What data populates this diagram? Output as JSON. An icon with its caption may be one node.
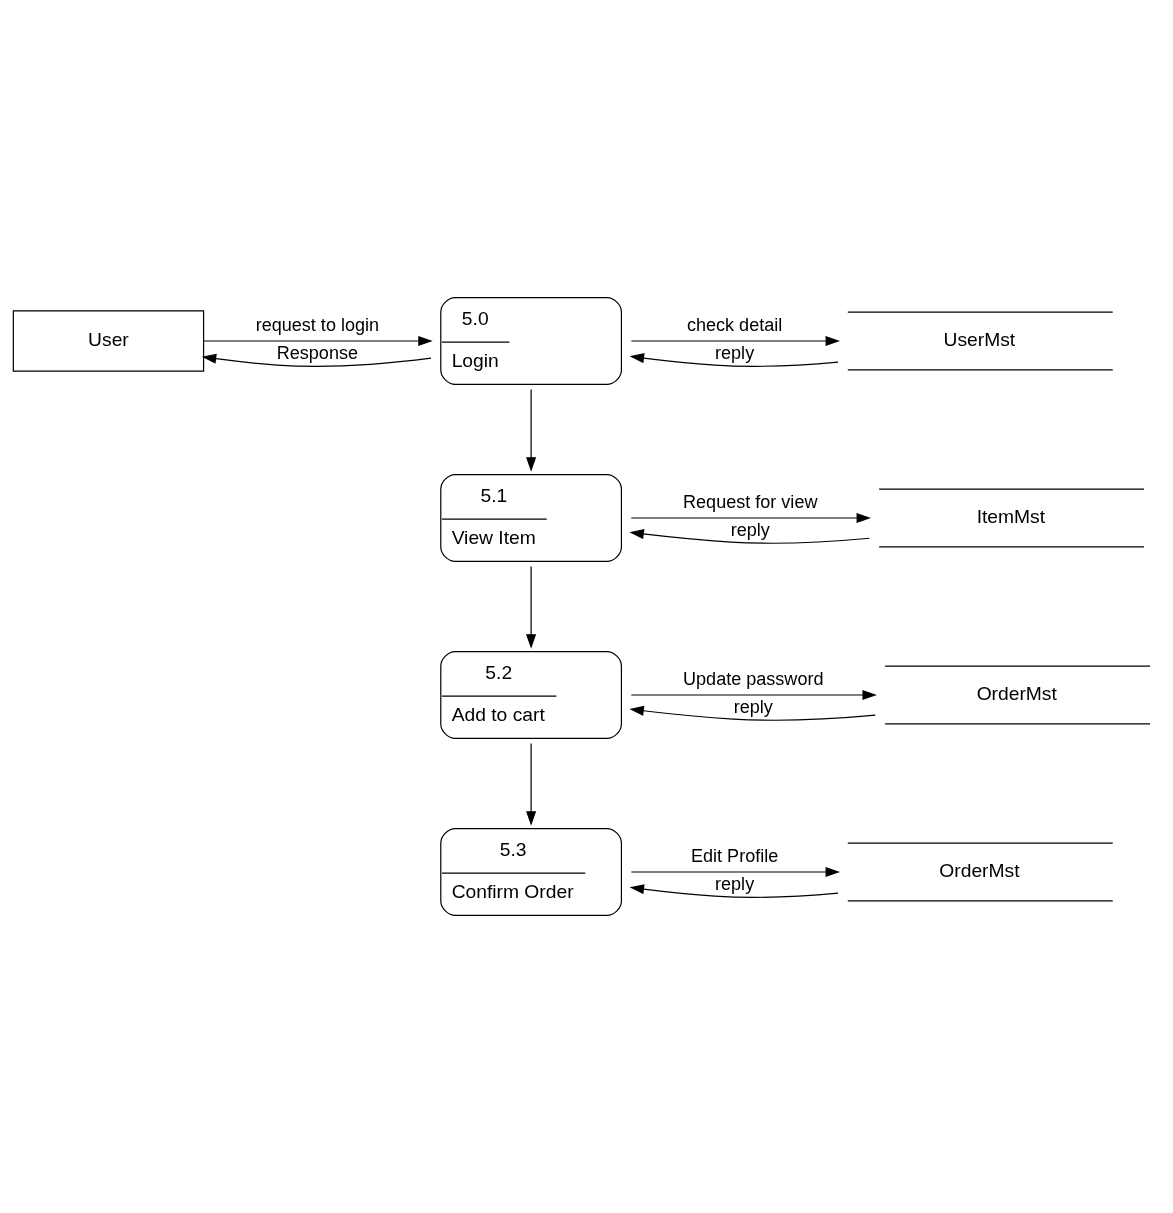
{
  "diagram": {
    "nodes": [
      {
        "text": [
          "User"
        ]
      },
      {
        "text": [
          "5.0",
          "Login"
        ]
      },
      {
        "text": [
          "UserMst"
        ]
      },
      {
        "text": [
          "5.1",
          "View Item"
        ]
      },
      {
        "text": [
          "ItemMst"
        ]
      },
      {
        "text": [
          "5.2",
          "Add to cart"
        ]
      },
      {
        "text": [
          "OrderMst"
        ]
      },
      {
        "text": [
          "5.3",
          "Confirm Order"
        ]
      },
      {
        "text": [
          "OrderMst"
        ]
      }
    ],
    "edges": [
      {
        "from": 0,
        "to": 1,
        "arrow": "to",
        "label": "request to login"
      },
      {
        "from": 1,
        "to": 0,
        "arrow": "to",
        "label": "Response"
      },
      {
        "from": 1,
        "to": 2,
        "arrow": "to",
        "label": "check detail"
      },
      {
        "from": 2,
        "to": 1,
        "arrow": "to",
        "label": "reply"
      },
      {
        "from": 1,
        "to": 3,
        "arrow": "to"
      },
      {
        "from": 3,
        "to": 4,
        "arrow": "to",
        "label": "Request for view"
      },
      {
        "from": 4,
        "to": 3,
        "arrow": "to",
        "label": "reply"
      },
      {
        "from": 3,
        "to": 5,
        "arrow": "to"
      },
      {
        "from": 5,
        "to": 6,
        "arrow": "to",
        "label": "Update password"
      },
      {
        "from": 6,
        "to": 5,
        "arrow": "to",
        "label": "reply"
      },
      {
        "from": 5,
        "to": 7,
        "arrow": "to"
      },
      {
        "from": 7,
        "to": 8,
        "arrow": "to",
        "label": "Edit Profile"
      },
      {
        "from": 8,
        "to": 7,
        "arrow": "to",
        "label": "reply"
      }
    ]
  }
}
